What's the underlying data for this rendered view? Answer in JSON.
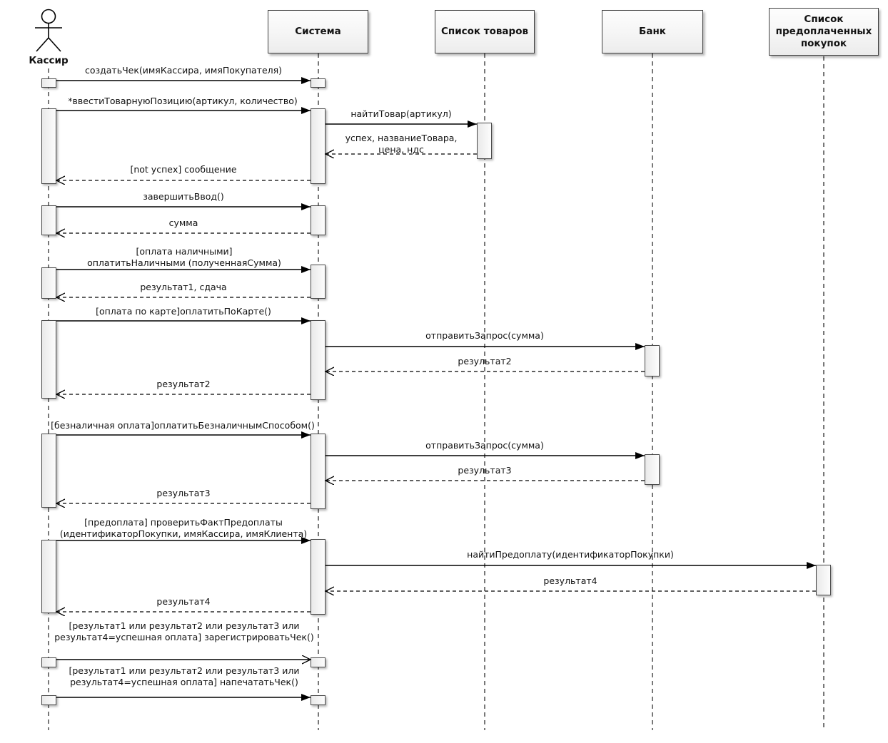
{
  "diagram": {
    "kind": "uml-sequence-diagram",
    "line_color": "#000000",
    "box_fill": "#f5f5f5",
    "participants": [
      {
        "id": "cashier",
        "kind": "actor",
        "label": "Кассир"
      },
      {
        "id": "system",
        "kind": "object",
        "label": "Система"
      },
      {
        "id": "products",
        "kind": "object",
        "label": "Список товаров"
      },
      {
        "id": "bank",
        "kind": "object",
        "label": "Банк"
      },
      {
        "id": "prepaid",
        "kind": "object",
        "label": "Список предоплаченных покупок"
      }
    ],
    "messages": [
      {
        "from": "cashier",
        "to": "system",
        "type": "sync",
        "lines": [
          "создатьЧек(имяКассира, имяПокупателя)"
        ]
      },
      {
        "from": "cashier",
        "to": "system",
        "type": "sync",
        "lines": [
          "*ввестиТоварнуюПозицию(артикул, количество)"
        ]
      },
      {
        "from": "system",
        "to": "products",
        "type": "sync",
        "lines": [
          "найтиТовар(артикул)"
        ]
      },
      {
        "from": "products",
        "to": "system",
        "type": "return",
        "lines": [
          "успех, названиеТовара,",
          "цена, ндс"
        ]
      },
      {
        "from": "system",
        "to": "cashier",
        "type": "return",
        "lines": [
          "[not успех] сообщение"
        ]
      },
      {
        "from": "cashier",
        "to": "system",
        "type": "sync",
        "lines": [
          "завершитьВвод()"
        ]
      },
      {
        "from": "system",
        "to": "cashier",
        "type": "return",
        "lines": [
          "сумма"
        ]
      },
      {
        "from": "cashier",
        "to": "system",
        "type": "sync",
        "lines": [
          "[оплата наличными]",
          "оплатитьНаличными (полученнаяСумма)"
        ]
      },
      {
        "from": "system",
        "to": "cashier",
        "type": "return",
        "lines": [
          "результат1, сдача"
        ]
      },
      {
        "from": "cashier",
        "to": "system",
        "type": "sync",
        "lines": [
          "[оплата по карте]оплатитьПоКарте()"
        ]
      },
      {
        "from": "system",
        "to": "bank",
        "type": "sync",
        "lines": [
          "отправитьЗапрос(сумма)"
        ]
      },
      {
        "from": "bank",
        "to": "system",
        "type": "return",
        "lines": [
          "результат2"
        ]
      },
      {
        "from": "system",
        "to": "cashier",
        "type": "return",
        "lines": [
          "результат2"
        ]
      },
      {
        "from": "cashier",
        "to": "system",
        "type": "sync",
        "lines": [
          "[безналичная оплата]оплатитьБезналичнымСпособом()"
        ]
      },
      {
        "from": "system",
        "to": "bank",
        "type": "sync",
        "lines": [
          "отправитьЗапрос(сумма)"
        ]
      },
      {
        "from": "bank",
        "to": "system",
        "type": "return",
        "lines": [
          "результат3"
        ]
      },
      {
        "from": "system",
        "to": "cashier",
        "type": "return",
        "lines": [
          "результат3"
        ]
      },
      {
        "from": "cashier",
        "to": "system",
        "type": "sync",
        "lines": [
          "[предоплата] проверитьФактПредоплаты",
          "(идентификаторПокупки, имяКассира, имяКлиента)"
        ]
      },
      {
        "from": "system",
        "to": "prepaid",
        "type": "sync",
        "lines": [
          "найтиПредоплату(идентификаторПокупки)"
        ]
      },
      {
        "from": "prepaid",
        "to": "system",
        "type": "return",
        "lines": [
          "результат4"
        ]
      },
      {
        "from": "system",
        "to": "cashier",
        "type": "return",
        "lines": [
          "результат4"
        ]
      },
      {
        "from": "cashier",
        "to": "system",
        "type": "sync-open",
        "lines": [
          "[результат1 или результат2 или результат3 или",
          "результат4=успешная оплата] зарегистрироватьЧек()"
        ]
      },
      {
        "from": "cashier",
        "to": "system",
        "type": "sync",
        "lines": [
          "[результат1 или результат2 или результат3 или",
          "результат4=успешная оплата]  напечататьЧек()"
        ]
      }
    ]
  }
}
